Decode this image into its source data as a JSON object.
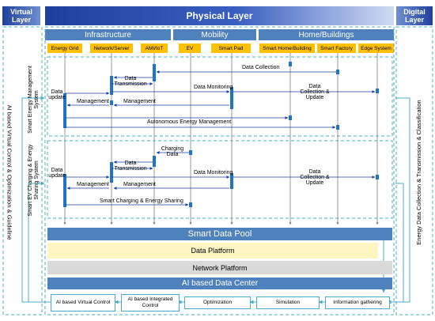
{
  "layers": {
    "virtual": "Virtual Layer",
    "physical": "Physical Layer",
    "digital": "Digital Layer"
  },
  "domains": {
    "infrastructure": "Infrastructure",
    "mobility": "Mobility",
    "home": "Home/Buildings"
  },
  "entities": [
    "Energy Grid",
    "Network/Server",
    "AMI/IoT",
    "EV",
    "Smart Pad",
    "Smart Home/Building",
    "Smart Factory",
    "Edge System"
  ],
  "systems": {
    "sems": "Smart Energy Management System",
    "sevc": "Smart EV Charging & Energy Sharing System"
  },
  "side_labels": {
    "left": "AI based Virtual Control & Optimization & Guideline",
    "right": "Energy Data Collection & Transmission & Classification"
  },
  "flows_top": {
    "data_collection": "Data Collection",
    "data_transmission": "Data Transmission",
    "data_monitoring": "Data Monitoring",
    "data_collection_update": "Data Collection & Update",
    "data_update": "Data update",
    "management_1": "Management",
    "management_2": "Management",
    "autonomous": "Autonomous Energy Management"
  },
  "flows_bottom": {
    "charging_data": "Charging Data",
    "data_transmission": "Data Transmission",
    "data_monitoring": "Data Monitoring",
    "data_collection_update": "Data Collection & Update",
    "data_update": "Data update",
    "management_1": "Management",
    "management_2": "Management",
    "sharing": "Smart Charging & Energy Sharing"
  },
  "pool": {
    "title": "Smart Data Pool",
    "platform": "Data Platform",
    "network": "Network Platform",
    "ai_center": "AI based Data Center"
  },
  "pipeline": [
    "AI based Virtual Control",
    "AI based Integrated Control",
    "Optimization",
    "Simulation",
    "Information gathering"
  ],
  "colors": {
    "header_dark": "#1f3f9d",
    "domain_blue": "#4f81bd",
    "entity": "#ffc000",
    "node": "#1f74c7",
    "arrow": "#1f3f9d",
    "teal": "#4bacc6",
    "platform": "#fdf6c3",
    "network": "#d9d9d9"
  }
}
